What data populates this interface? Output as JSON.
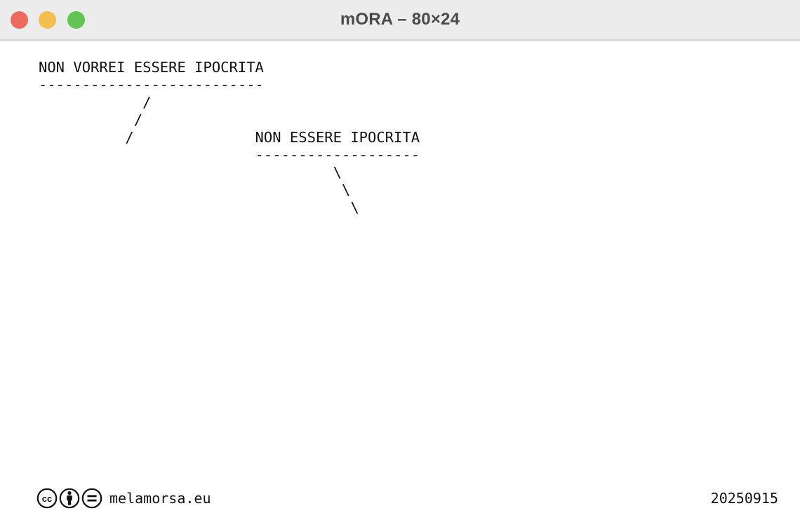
{
  "window": {
    "title": "mORA – 80×24",
    "controls": {
      "close_color": "#ed6a5e",
      "minimize_color": "#f5bf4f",
      "zoom_color": "#61c554"
    }
  },
  "terminal": {
    "lines": [
      "NON VORREI ESSERE IPOCRITA",
      "--------------------------",
      "            /",
      "           /",
      "          /              NON ESSERE IPOCRITA",
      "                         -------------------",
      "                                  \\",
      "                                   \\",
      "                                    \\"
    ]
  },
  "footer": {
    "license_icons": [
      "creative-commons-icon",
      "attribution-icon",
      "no-derivatives-icon"
    ],
    "site": "melamorsa.eu",
    "date": "20250915"
  }
}
